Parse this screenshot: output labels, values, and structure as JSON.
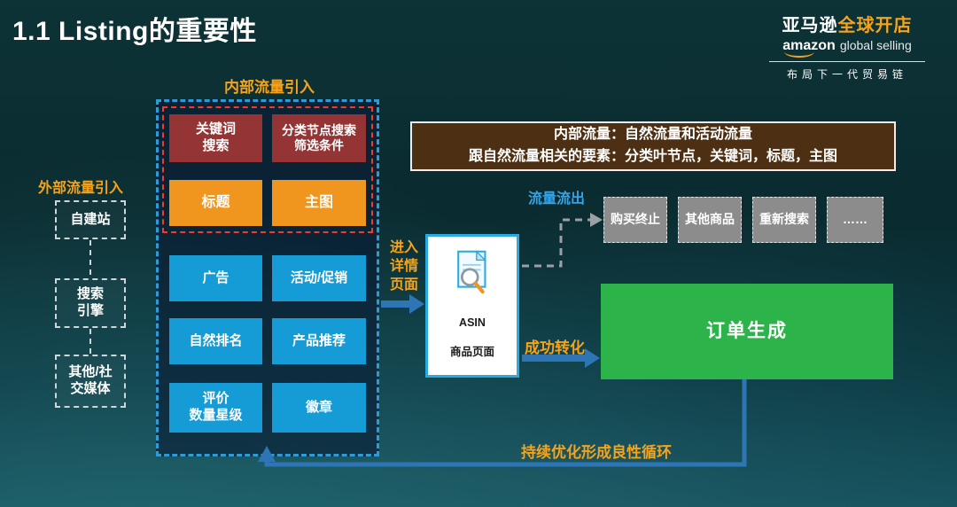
{
  "title": "1.1 Listing的重要性",
  "logo": {
    "brand_cn_white": "亚马逊",
    "brand_cn_orange": "全球开店",
    "brand_en_bold": "amazon",
    "brand_en_light": "global selling",
    "tagline": "布局下一代贸易链"
  },
  "internal": {
    "label": "内部流量引入",
    "items": [
      {
        "label": "关键词\n搜索"
      },
      {
        "label": "分类节点搜索\n筛选条件"
      },
      {
        "label": "标题"
      },
      {
        "label": "主图"
      },
      {
        "label": "广告"
      },
      {
        "label": "活动/促销"
      },
      {
        "label": "自然排名"
      },
      {
        "label": "产品推荐"
      },
      {
        "label": "评价\n数量星级"
      },
      {
        "label": "徽章"
      }
    ]
  },
  "external": {
    "label": "外部流量引入",
    "items": [
      {
        "label": "自建站"
      },
      {
        "label": "搜索\n引擎"
      },
      {
        "label": "其他/社\n交媒体"
      }
    ]
  },
  "info_box": {
    "line1": "内部流量：自然流量和活动流量",
    "line2": "跟自然流量相关的要素：分类叶节点，关键词，标题，主图"
  },
  "asin": {
    "line1": "ASIN",
    "line2": "商品页面"
  },
  "flow": {
    "enter_label": "进入\n详情\n页面",
    "outflow_label": "流量流出",
    "convert_label": "成功转化",
    "cycle_label": "持续优化形成良性循环"
  },
  "outflow_items": [
    {
      "label": "购买终止"
    },
    {
      "label": "其他商品"
    },
    {
      "label": "重新搜索"
    },
    {
      "label": "……"
    }
  ],
  "order_box_label": "订单生成",
  "colors": {
    "accent_orange": "#F5A31A",
    "box_blue": "#159BD5",
    "box_red": "#943434",
    "box_orange": "#F0961E",
    "box_green": "#2CB34A",
    "box_gray": "#8C8C8C",
    "arrow_blue": "#2E75B6",
    "dashed_gray": "#9AA0A6",
    "info_brown": "#4D3014",
    "frame_blue_dashed": "#2E9BD6",
    "frame_red_dashed": "#F03B30"
  }
}
